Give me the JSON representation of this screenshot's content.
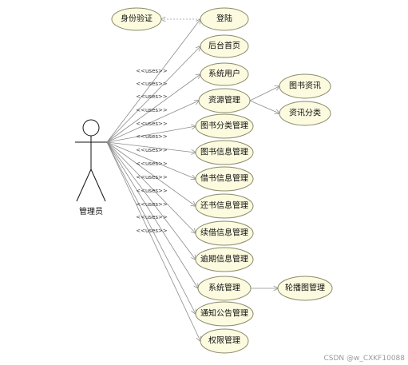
{
  "actor": {
    "name": "管理员"
  },
  "stereotype": "<<uses>>",
  "use_cases": [
    "身份验证",
    "登陆",
    "后台首页",
    "系统用户",
    "资源管理",
    "图书分类管理",
    "图书信息管理",
    "借书信息管理",
    "还书信息管理",
    "续借信息管理",
    "逾期信息管理",
    "系统管理",
    "通知公告管理",
    "权限管理",
    "图书资讯",
    "资讯分类",
    "轮播图管理"
  ],
  "watermark": "CSDN @w_CXKF10088"
}
